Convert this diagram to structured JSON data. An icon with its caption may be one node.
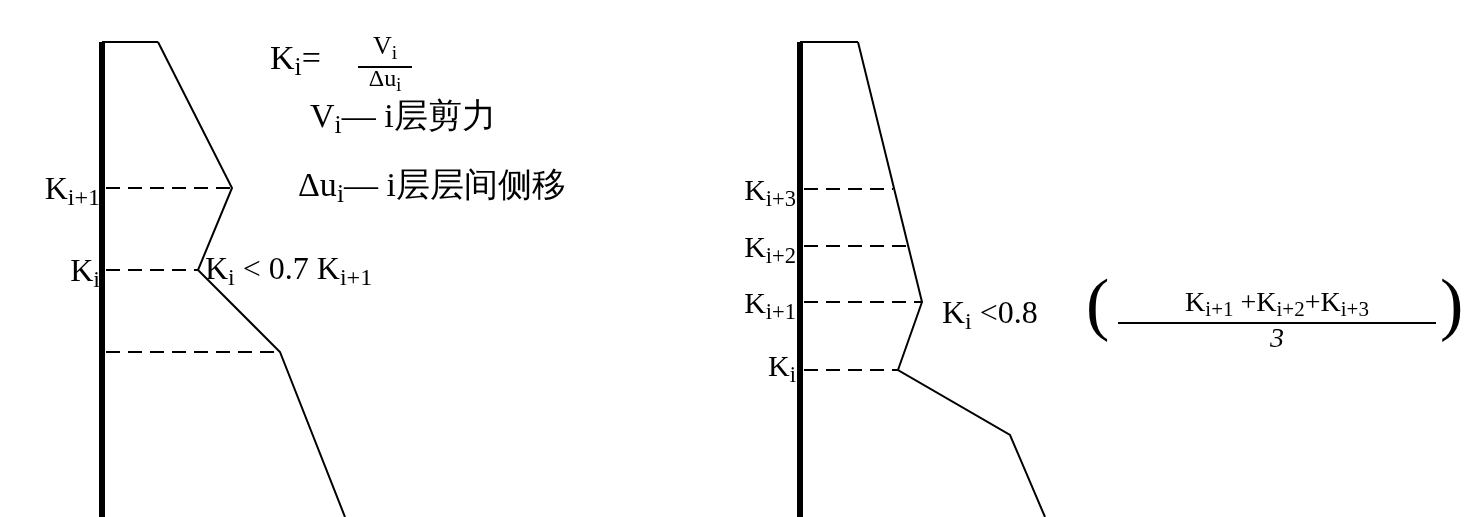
{
  "diagram": {
    "labels": [
      "K$_{i}$=",
      "V$_{i}$",
      "Δu$_{i}$",
      "V$_{i}$— i层剪力",
      "Δu$_{i}$— i层层间侧移",
      "K$_{i+1}$",
      "K$_{i}$",
      "K$_{i}$ < 0.7 K$_{i+1}$",
      "K$_{i+3}$",
      "K$_{i+2}$",
      "K$_{i+1}$",
      "K$_{i}$",
      "K$_{i}$ <0.8",
      "(",
      "K$_{i+1}$ +K$_{i+2}$+K$_{i+3}$",
      "3",
      ")"
    ]
  }
}
